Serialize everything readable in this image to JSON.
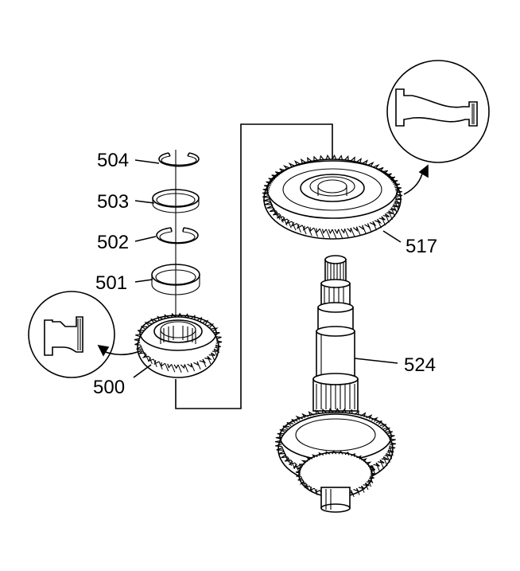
{
  "callouts": {
    "c504": "504",
    "c503": "503",
    "c502": "502",
    "c501": "501",
    "c500": "500",
    "c517": "517",
    "c524": "524"
  },
  "parts": [
    {
      "id": "504",
      "kind": "snap-ring"
    },
    {
      "id": "503",
      "kind": "ring"
    },
    {
      "id": "502",
      "kind": "split-ring"
    },
    {
      "id": "501",
      "kind": "ring"
    },
    {
      "id": "500",
      "kind": "gear"
    },
    {
      "id": "517",
      "kind": "gear"
    },
    {
      "id": "524",
      "kind": "shaft"
    }
  ]
}
